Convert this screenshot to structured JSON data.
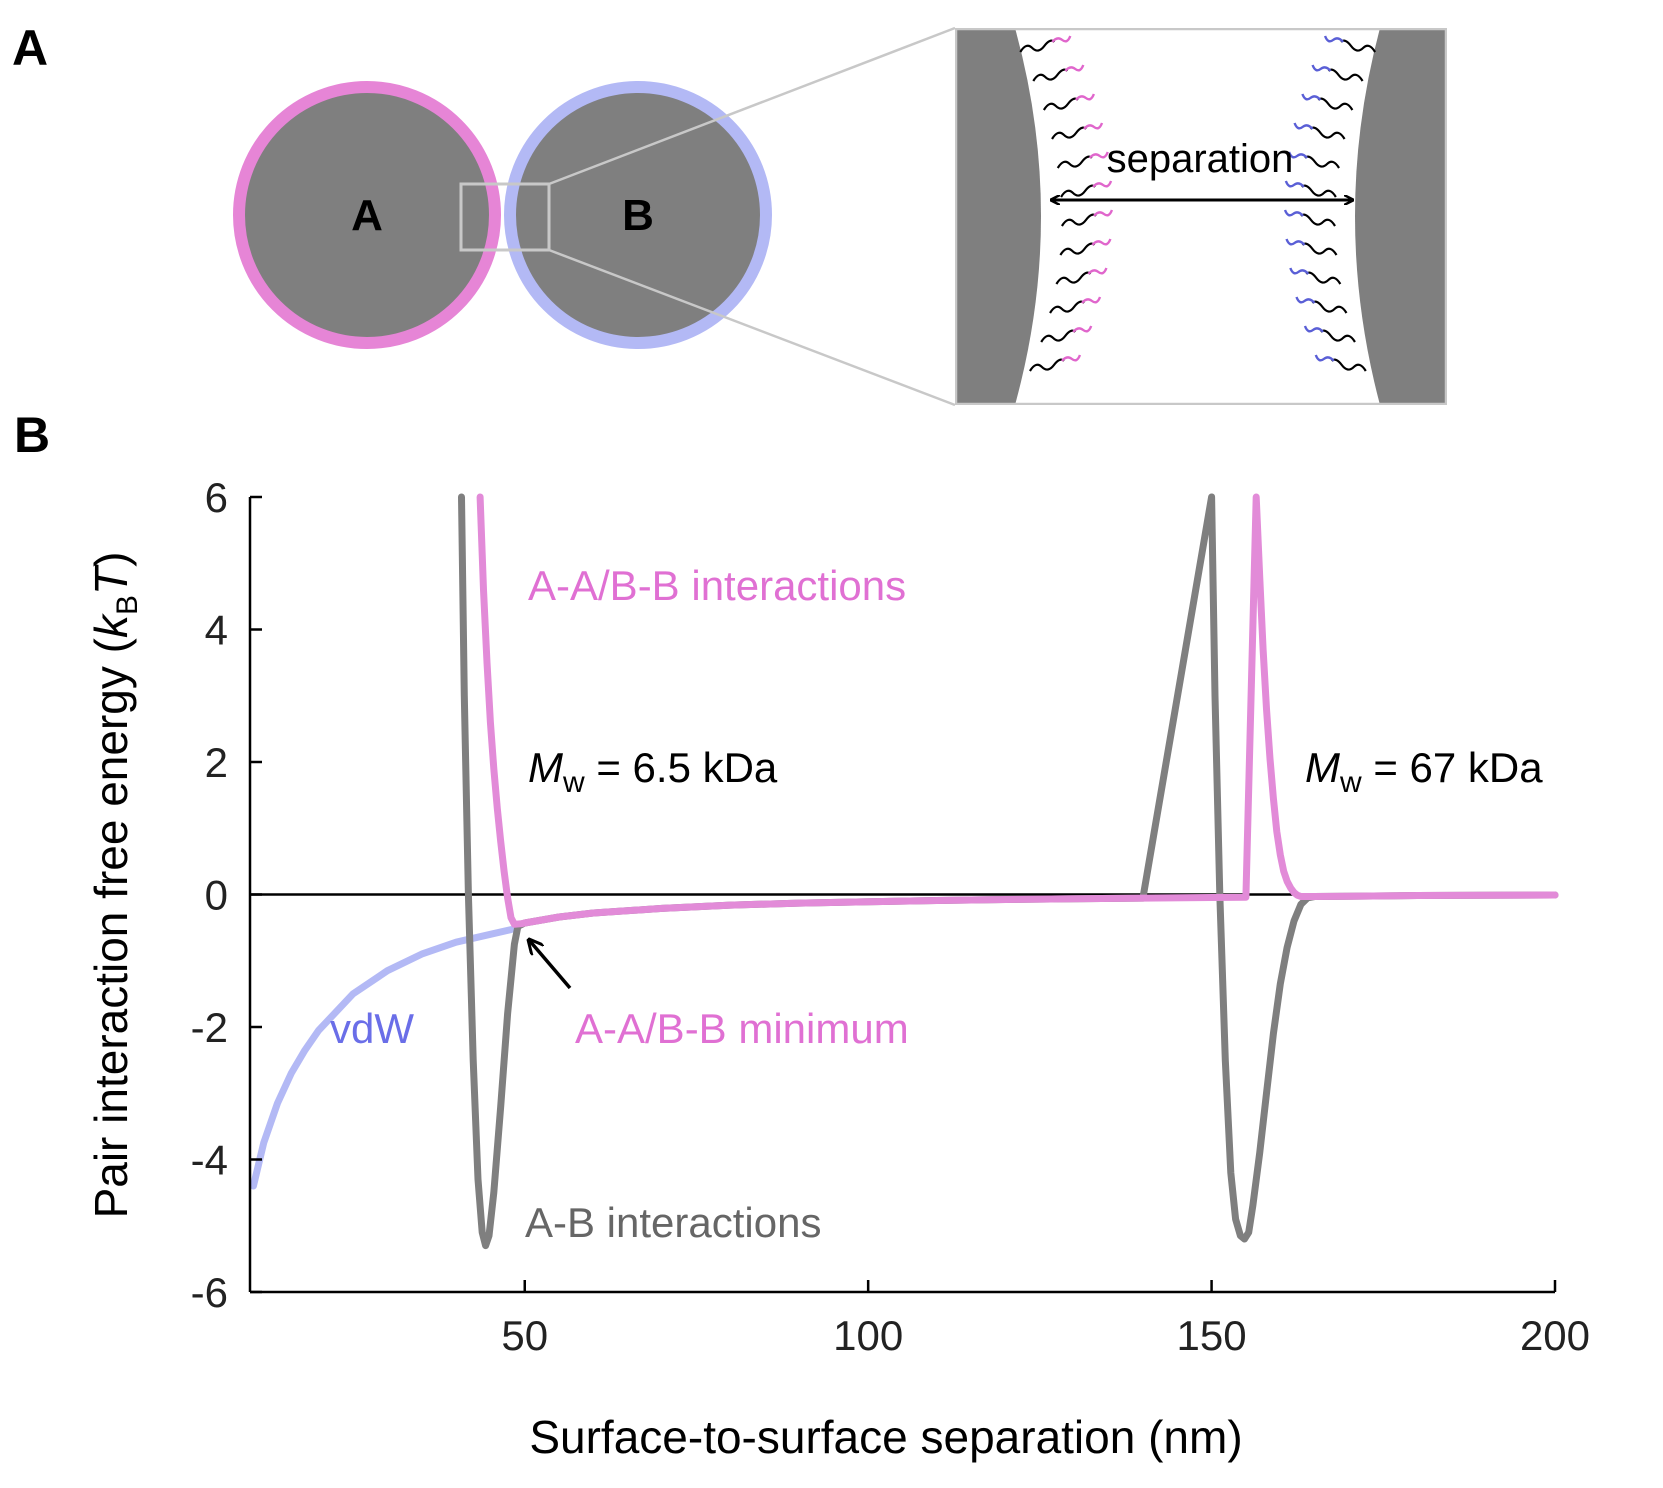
{
  "panels": {
    "a": "A",
    "b": "B"
  },
  "schematic": {
    "particle_a_label": "A",
    "particle_b_label": "B",
    "separation_label": "separation",
    "colors": {
      "particle_fill": "#7f7f7f",
      "a_shell": "#e685d6",
      "b_shell": "#b3b9f5",
      "a_chain_tip": "#e066cc",
      "b_chain_tip": "#5a5fd6",
      "inset_border": "#c8c8c8"
    }
  },
  "chart_data": {
    "type": "line",
    "ylabel_prefix": "Pair interaction free energy (",
    "ylabel_k": "k",
    "ylabel_sub": "B",
    "ylabel_T": "T",
    "ylabel_suffix": ")",
    "xlabel": "Surface-to-surface separation (nm)",
    "xlim": [
      10,
      200
    ],
    "ylim": [
      -6,
      6
    ],
    "xticks": [
      50,
      100,
      150,
      200
    ],
    "yticks": [
      -6,
      -4,
      -2,
      0,
      2,
      4,
      6
    ],
    "series": [
      {
        "name": "vdW",
        "color": "#b3b9f5",
        "x": [
          10.5,
          12,
          14,
          16,
          18,
          20,
          25,
          30,
          35,
          40,
          45,
          48
        ],
        "y": [
          -4.4,
          -3.75,
          -3.15,
          -2.7,
          -2.35,
          -2.05,
          -1.5,
          -1.15,
          -0.9,
          -0.72,
          -0.6,
          -0.53
        ]
      },
      {
        "name": "A-B interactions",
        "color": "#7f7f7f",
        "x": [
          40.8,
          41.2,
          41.8,
          42.5,
          43.2,
          43.8,
          44.3,
          44.8,
          45.5,
          46.5,
          47.5,
          48.5,
          49.0,
          50,
          55,
          60,
          70,
          80,
          90,
          100,
          110,
          120,
          130,
          140,
          150.0,
          150.5,
          151.2,
          152,
          152.8,
          153.5,
          154.2,
          154.8,
          155.4,
          156,
          157,
          158,
          159,
          160,
          161,
          162,
          163,
          164,
          165,
          170,
          180,
          190,
          200
        ],
        "y": [
          6,
          3,
          0,
          -2.5,
          -4.3,
          -5.1,
          -5.3,
          -5.15,
          -4.5,
          -3.2,
          -1.8,
          -0.75,
          -0.48,
          -0.43,
          -0.34,
          -0.28,
          -0.21,
          -0.16,
          -0.13,
          -0.11,
          -0.09,
          -0.075,
          -0.065,
          -0.055,
          6,
          3,
          0,
          -2.5,
          -4.2,
          -4.9,
          -5.15,
          -5.2,
          -5.1,
          -4.7,
          -3.9,
          -3.0,
          -2.1,
          -1.35,
          -0.8,
          -0.4,
          -0.15,
          -0.05,
          -0.03,
          -0.025,
          -0.015,
          -0.01,
          -0.008
        ]
      },
      {
        "name": "A-A/B-B interactions",
        "color": "#e28bd8",
        "x": [
          43.5,
          44,
          44.5,
          45,
          45.5,
          46,
          46.5,
          47,
          47.5,
          48,
          48.5,
          49.5,
          50,
          55,
          60,
          70,
          80,
          90,
          100,
          110,
          120,
          130,
          140,
          150,
          155,
          156.5,
          157,
          157.5,
          158,
          158.5,
          159,
          159.5,
          160,
          160.5,
          161,
          161.5,
          162,
          162.5,
          163,
          165,
          170,
          180,
          190,
          200
        ],
        "y": [
          6,
          4.6,
          3.5,
          2.6,
          1.9,
          1.3,
          0.8,
          0.35,
          -0.05,
          -0.35,
          -0.45,
          -0.44,
          -0.43,
          -0.34,
          -0.28,
          -0.21,
          -0.16,
          -0.13,
          -0.11,
          -0.09,
          -0.075,
          -0.065,
          -0.055,
          -0.045,
          -0.04,
          6,
          4.8,
          3.7,
          2.8,
          2.05,
          1.45,
          0.95,
          0.6,
          0.35,
          0.2,
          0.1,
          0.03,
          -0.01,
          -0.03,
          -0.03,
          -0.025,
          -0.015,
          -0.01,
          -0.008
        ]
      }
    ],
    "annotations": {
      "mw_symbol": "M",
      "mw_subscript": "w",
      "mw_left_value": " = 6.5 kDa",
      "mw_right_value": " = 67 kDa",
      "aa_label": "A-A/B-B interactions",
      "minimum_label": "A-A/B-B minimum",
      "ab_label": "A-B interactions",
      "vdw_label": "vdW",
      "colors": {
        "pink_text": "#e070d3",
        "gray_text": "#666666",
        "vdw_text": "#6a6ee8"
      }
    }
  }
}
